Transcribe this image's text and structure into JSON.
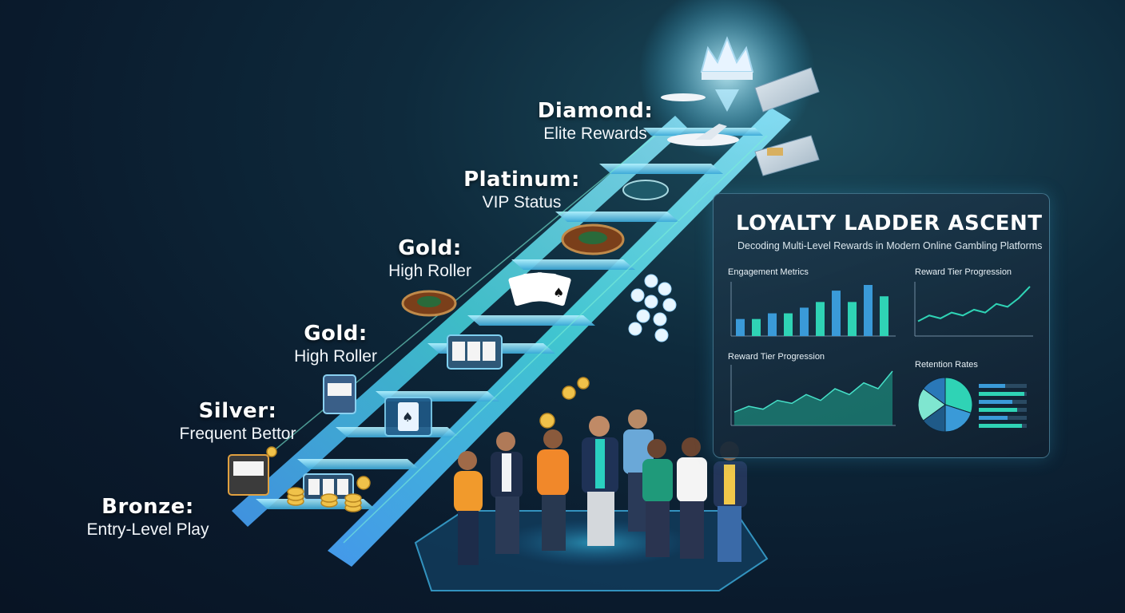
{
  "tiers": [
    {
      "name": "Bronze:",
      "desc": "Entry-Level Play"
    },
    {
      "name": "Silver:",
      "desc": "Frequent Bettor"
    },
    {
      "name": "Gold:",
      "desc": "High Roller"
    },
    {
      "name": "Gold:",
      "desc": "High Roller"
    },
    {
      "name": "Platinum:",
      "desc": "VIP Status"
    },
    {
      "name": "Diamond:",
      "desc": "Elite Rewards"
    }
  ],
  "panel": {
    "title": "LOYALTY LADDER ASCENT",
    "subtitle": "Decoding Multi-Level Rewards in Modern Online Gambling Platforms",
    "sections": {
      "engagement": "Engagement Metrics",
      "reward_tier_top": "Reward Tier Progression",
      "reward_tier_bottom": "Reward Tier Progression",
      "retention": "Retention Rates"
    }
  },
  "colors": {
    "accent": "#3de0c8",
    "ladder": "#5fd0ff",
    "bars": "#2fd3b5",
    "background": "#0a1a2c"
  },
  "chart_data": [
    {
      "type": "bar",
      "title": "Engagement Metrics",
      "values": [
        3,
        3,
        4,
        4,
        5,
        6,
        8,
        6,
        9,
        7
      ]
    },
    {
      "type": "line",
      "title": "Reward Tier Progression",
      "values": [
        2,
        3,
        2.5,
        3.5,
        3,
        4,
        3.5,
        5,
        4.5,
        6,
        8
      ]
    },
    {
      "type": "area",
      "title": "Reward Tier Progression",
      "values": [
        2,
        3,
        2.5,
        4,
        3.5,
        5,
        4,
        6,
        5,
        7,
        6,
        9
      ]
    },
    {
      "type": "pie",
      "title": "Retention Rates",
      "values": [
        30,
        20,
        15,
        20,
        15
      ],
      "bar_levels": [
        0.55,
        0.95,
        0.7,
        0.8,
        0.6,
        0.9
      ]
    }
  ]
}
